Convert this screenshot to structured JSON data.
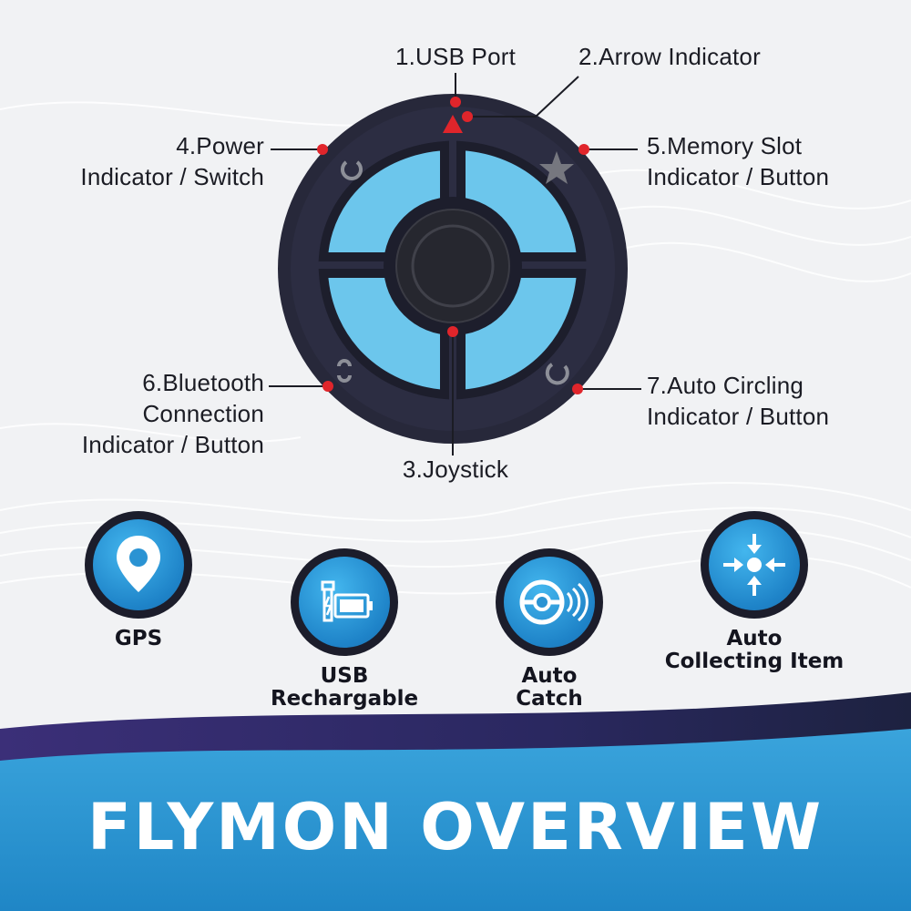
{
  "callouts": {
    "usb_port": [
      "1.USB Port"
    ],
    "arrow_indicator": [
      "2.Arrow Indicator"
    ],
    "joystick": [
      "3.Joystick"
    ],
    "power": [
      "4.Power",
      "Indicator / Switch"
    ],
    "memory": [
      "5.Memory Slot",
      "Indicator / Button"
    ],
    "bluetooth": [
      "6.Bluetooth",
      "Connection",
      "Indicator / Button"
    ],
    "auto_circling": [
      "7.Auto Circling",
      "Indicator / Button"
    ]
  },
  "features": [
    {
      "icon": "location-pin-icon",
      "label": [
        "GPS"
      ]
    },
    {
      "icon": "usb-battery-icon",
      "label": [
        "USB",
        "Rechargable"
      ]
    },
    {
      "icon": "pokeball-signal-icon",
      "label": [
        "Auto",
        "Catch"
      ]
    },
    {
      "icon": "converging-arrows-icon",
      "label": [
        "Auto",
        "Collecting Item"
      ]
    }
  ],
  "footer": {
    "title": "FLYMON OVERVIEW"
  },
  "colors": {
    "device_body": "#27283a",
    "button_blue": "#6cc6ec",
    "callout_dot": "#e0252b",
    "footer_blue": "#2a97d2",
    "footer_purple": "#2f2a69"
  }
}
